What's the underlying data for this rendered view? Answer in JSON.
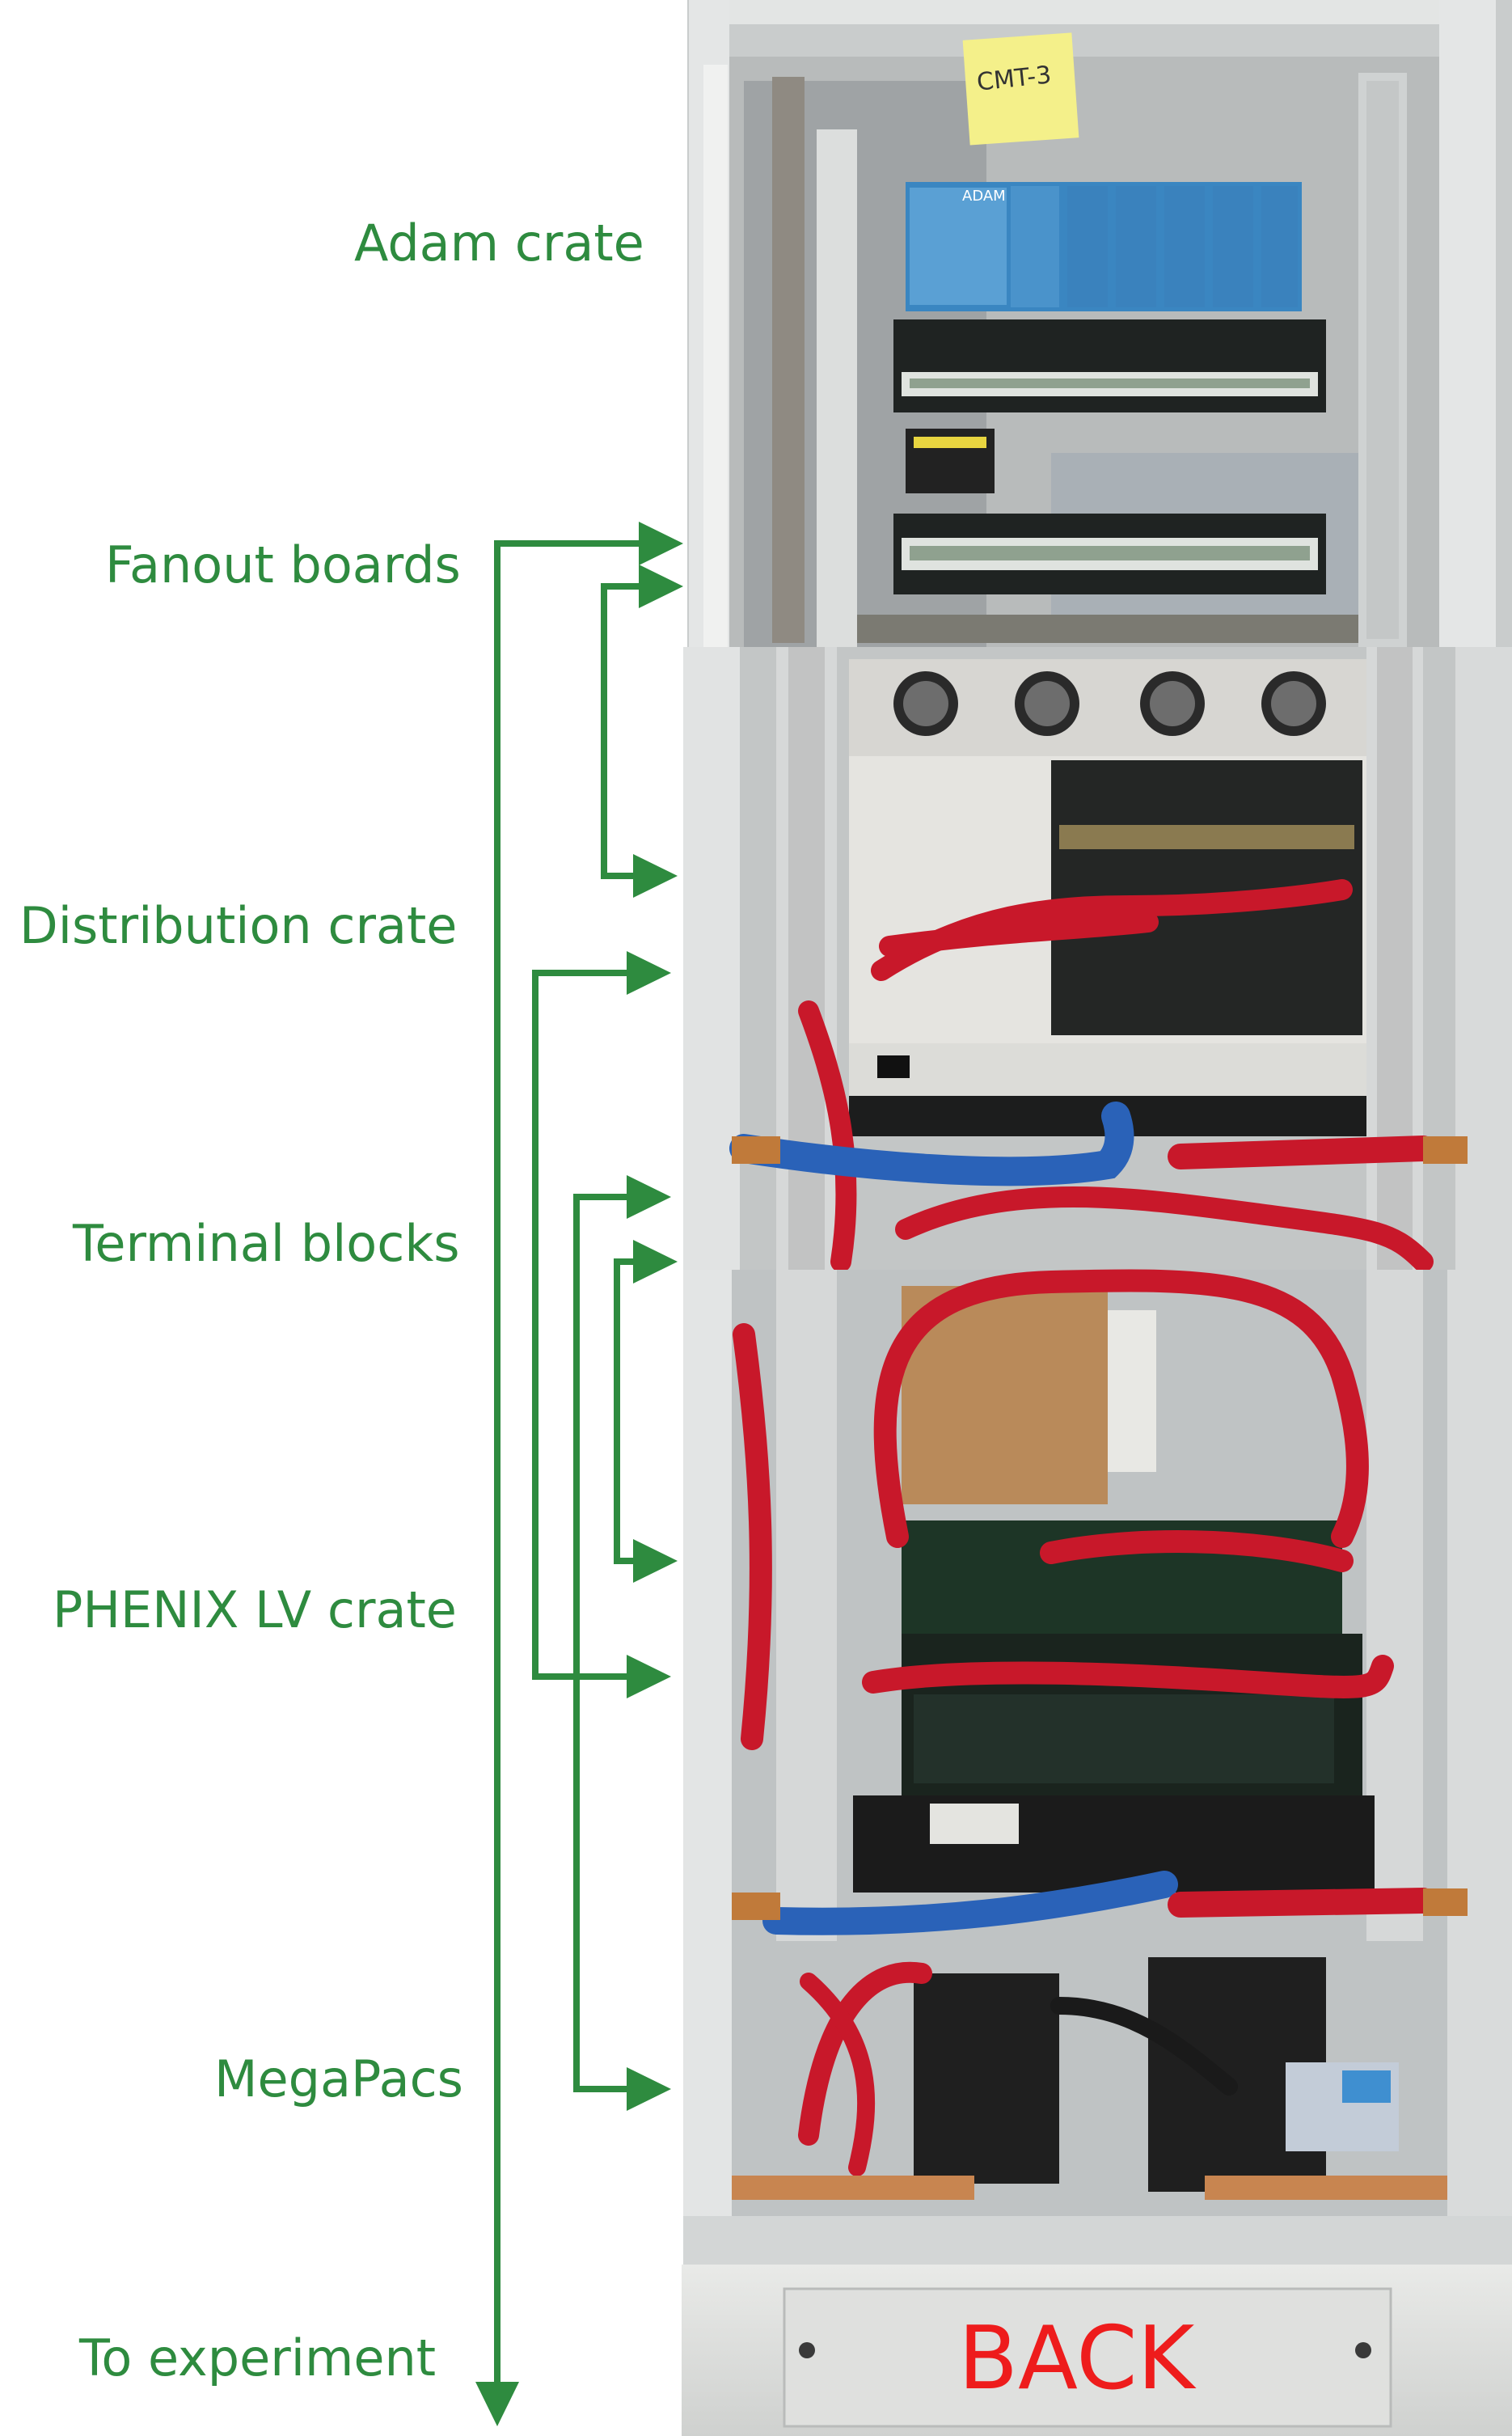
{
  "labels": {
    "adam_crate": "Adam crate",
    "fanout_boards": "Fanout boards",
    "distribution_crate": "Distribution crate",
    "terminal_blocks": "Terminal blocks",
    "phenix_lv_crate": "PHENIX LV crate",
    "megapacs": "MegaPacs",
    "to_experiment": "To experiment"
  },
  "photo": {
    "rack_side_label": "BACK",
    "sticky_note": "CMT-3",
    "adam_logo": "ADAM"
  },
  "colors": {
    "label_green": "#2e8b3f",
    "arrow_green": "#2e8b3f",
    "back_red": "#ee1c1c",
    "cable_red": "#c8182a",
    "hose_blue": "#2a62b8",
    "rack_gray": "#d6d8d8"
  }
}
